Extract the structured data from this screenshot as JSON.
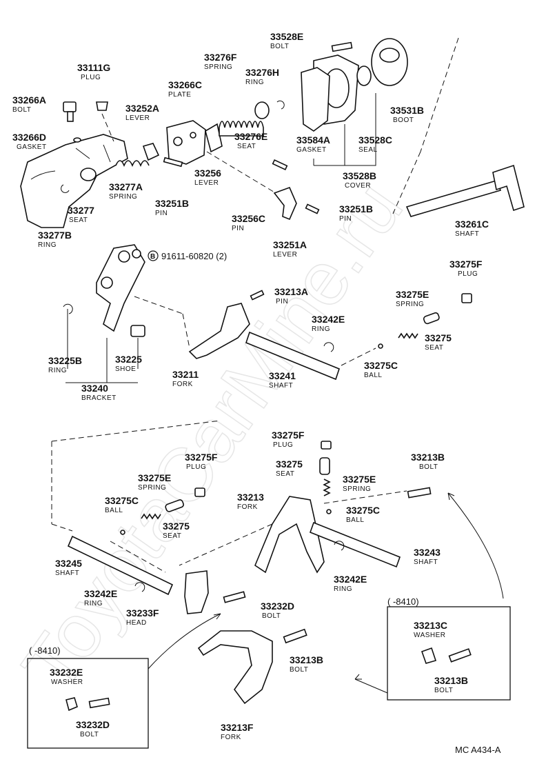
{
  "watermark": "ToyotaCarMine.ru",
  "footer_code": "MC A434-A",
  "labels": {
    "p33528E": {
      "num": "33528E",
      "name": "BOLT"
    },
    "p33111G": {
      "num": "33111G",
      "name": "PLUG"
    },
    "p33276F": {
      "num": "33276F",
      "name": "SPRING"
    },
    "p33276H": {
      "num": "33276H",
      "name": "RING"
    },
    "p33266A": {
      "num": "33266A",
      "name": "BOLT"
    },
    "p33266C": {
      "num": "33266C",
      "name": "PLATE"
    },
    "p33252A": {
      "num": "33252A",
      "name": "LEVER"
    },
    "p33531B": {
      "num": "33531B",
      "name": "BOOT"
    },
    "p33266D": {
      "num": "33266D",
      "name": "GASKET"
    },
    "p33276E": {
      "num": "33276E",
      "name": "SEAT"
    },
    "p33584A": {
      "num": "33584A",
      "name": "GASKET"
    },
    "p33528C": {
      "num": "33528C",
      "name": "SEAL"
    },
    "p33256": {
      "num": "33256",
      "name": "LEVER"
    },
    "p33277A": {
      "num": "33277A",
      "name": "SPRING"
    },
    "p33528B": {
      "num": "33528B",
      "name": "COVER"
    },
    "p33277": {
      "num": "33277",
      "name": "SEAT"
    },
    "p33251B_a": {
      "num": "33251B",
      "name": "PIN"
    },
    "p33256C": {
      "num": "33256C",
      "name": "PIN"
    },
    "p33251B_b": {
      "num": "33251B",
      "name": "PIN"
    },
    "p33261C": {
      "num": "33261C",
      "name": "SHAFT"
    },
    "p33277B": {
      "num": "33277B",
      "name": "RING"
    },
    "p33251A": {
      "num": "33251A",
      "name": "LEVER"
    },
    "p91611": {
      "num": "91611-60820 (2)",
      "name": ""
    },
    "p33275F_a": {
      "num": "33275F",
      "name": "PLUG"
    },
    "p33213A": {
      "num": "33213A",
      "name": "PIN"
    },
    "p33275E_a": {
      "num": "33275E",
      "name": "SPRING"
    },
    "p33242E_a": {
      "num": "33242E",
      "name": "RING"
    },
    "p33275_a": {
      "num": "33275",
      "name": "SEAT"
    },
    "p33225B": {
      "num": "33225B",
      "name": "RING"
    },
    "p33225": {
      "num": "33225",
      "name": "SHOE"
    },
    "p33275C_a": {
      "num": "33275C",
      "name": "BALL"
    },
    "p33211": {
      "num": "33211",
      "name": "FORK"
    },
    "p33241": {
      "num": "33241",
      "name": "SHAFT"
    },
    "p33240": {
      "num": "33240",
      "name": "BRACKET"
    },
    "p33275F_b": {
      "num": "33275F",
      "name": "PLUG"
    },
    "p33213B_a": {
      "num": "33213B",
      "name": "BOLT"
    },
    "p33275_b": {
      "num": "33275",
      "name": "SEAT"
    },
    "p33275F_c": {
      "num": "33275F",
      "name": "PLUG"
    },
    "p33275E_b": {
      "num": "33275E",
      "name": "SPRING"
    },
    "p33275E_c": {
      "num": "33275E",
      "name": "SPRING"
    },
    "p33213": {
      "num": "33213",
      "name": "FORK"
    },
    "p33275C_b": {
      "num": "33275C",
      "name": "BALL"
    },
    "p33275C_c": {
      "num": "33275C",
      "name": "BALL"
    },
    "p33275_c": {
      "num": "33275",
      "name": "SEAT"
    },
    "p33243": {
      "num": "33243",
      "name": "SHAFT"
    },
    "p33245": {
      "num": "33245",
      "name": "SHAFT"
    },
    "p33242E_b": {
      "num": "33242E",
      "name": "RING"
    },
    "p33242E_c": {
      "num": "33242E",
      "name": "RING"
    },
    "p33232D_a": {
      "num": "33232D",
      "name": "BOLT"
    },
    "p33233F": {
      "num": "33233F",
      "name": "HEAD"
    },
    "p33213C": {
      "num": "33213C",
      "name": "WASHER"
    },
    "p33213B_b": {
      "num": "33213B",
      "name": "BOLT"
    },
    "p33213B_c": {
      "num": "33213B",
      "name": "BOLT"
    },
    "p33232E": {
      "num": "33232E",
      "name": "WASHER"
    },
    "p33232D_b": {
      "num": "33232D",
      "name": "BOLT"
    },
    "p33213F": {
      "num": "33213F",
      "name": "FORK"
    }
  },
  "boxes": {
    "left_box_range": "(      -8410)",
    "right_box_range": "(      -8410)"
  }
}
